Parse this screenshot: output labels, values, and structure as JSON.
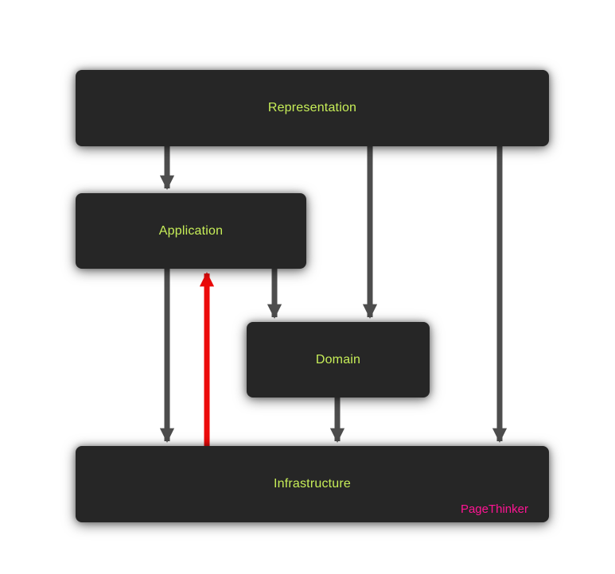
{
  "diagram": {
    "type": "layered-architecture-diagram",
    "nodes": [
      {
        "id": "representation",
        "label": "Representation"
      },
      {
        "id": "application",
        "label": "Application"
      },
      {
        "id": "domain",
        "label": "Domain"
      },
      {
        "id": "infrastructure",
        "label": "Infrastructure"
      }
    ],
    "edges": [
      {
        "from": "representation",
        "to": "application",
        "style": "gray",
        "direction": "down"
      },
      {
        "from": "representation",
        "to": "domain",
        "style": "gray",
        "direction": "down"
      },
      {
        "from": "representation",
        "to": "infrastructure",
        "style": "gray",
        "direction": "down"
      },
      {
        "from": "application",
        "to": "domain",
        "style": "gray",
        "direction": "down"
      },
      {
        "from": "application",
        "to": "infrastructure",
        "style": "gray",
        "direction": "down"
      },
      {
        "from": "domain",
        "to": "infrastructure",
        "style": "gray",
        "direction": "down"
      },
      {
        "from": "infrastructure",
        "to": "application",
        "style": "red",
        "direction": "up"
      }
    ],
    "watermark": "PageThinker",
    "colors": {
      "background": "#ffffff",
      "node_fill": "#262626",
      "node_label": "#c7ee58",
      "arrow": "#4d4d4d",
      "arrow_highlight": "#ec0b0b",
      "watermark": "#ff1493"
    }
  }
}
